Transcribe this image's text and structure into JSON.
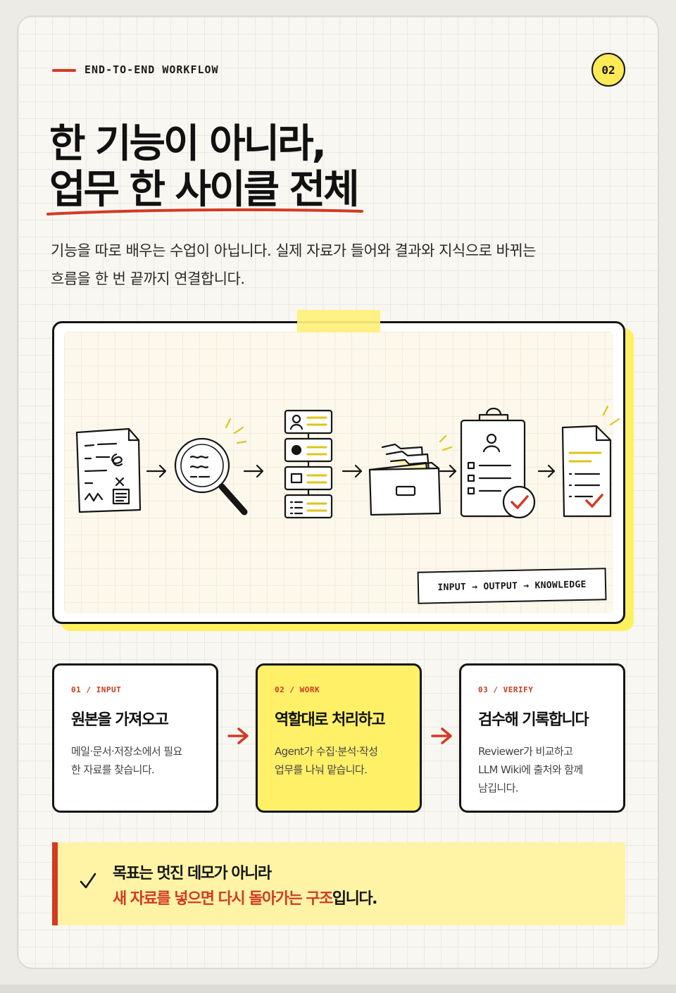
{
  "header": {
    "kicker": "END-TO-END WORKFLOW",
    "page_number": "02"
  },
  "title": {
    "line1": "한 기능이 아니라,",
    "line2": "업무 한 사이클 전체"
  },
  "lead": {
    "line1": "기능을 따로 배우는 수업이 아닙니다. 실제 자료가 들어와 결과와 지식으로 바뀌는",
    "line2": "흐름을 한 번 끝까지 연결합니다."
  },
  "illustration": {
    "label": "INPUT → OUTPUT → KNOWLEDGE",
    "icons": [
      "raw-document-icon",
      "magnifier-icon",
      "role-list-icon",
      "file-box-icon",
      "clipboard-check-icon",
      "verified-document-icon"
    ]
  },
  "steps": [
    {
      "tag": "01 / INPUT",
      "title": "원본을 가져오고",
      "desc_line1": "메일·문서·저장소에서 필요",
      "desc_line2": "한 자료를 찾습니다.",
      "desc_line3": ""
    },
    {
      "tag": "02 / WORK",
      "title": "역할대로 처리하고",
      "desc_line1": "Agent가 수집·분석·작성",
      "desc_line2": "업무를 나눠 맡습니다.",
      "desc_line3": ""
    },
    {
      "tag": "03 / VERIFY",
      "title": "검수해 기록합니다",
      "desc_line1": "Reviewer가 비교하고",
      "desc_line2": "LLM Wiki에 출처와 함께",
      "desc_line3": "남깁니다."
    }
  ],
  "goal": {
    "line1": "목표는 멋진 데모가 아니라",
    "line2_highlight": "새 자료를 넣으면 다시 돌아가는 구조",
    "line2_rest": "입니다."
  },
  "colors": {
    "accent_red": "#d33a24",
    "accent_yellow": "#ffea55",
    "ink": "#151515",
    "paper": "#f8f7f2"
  }
}
